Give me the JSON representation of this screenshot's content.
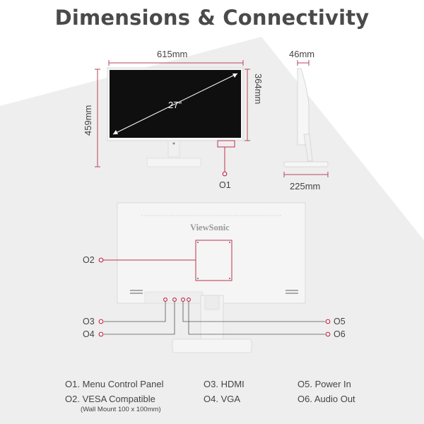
{
  "title": "Dimensions & Connectivity",
  "dimensions": {
    "width": "615mm",
    "height_total": "459mm",
    "height_screen": "364mm",
    "depth": "46mm",
    "base_depth": "225mm",
    "diagonal": "27\""
  },
  "brand": "ViewSonic",
  "callouts": {
    "c1": "O1",
    "c2": "O2",
    "c3": "O3",
    "c4": "O4",
    "c5": "O5",
    "c6": "O6"
  },
  "legend": {
    "items": [
      "O1. Menu Control Panel",
      "O2. VESA Compatible",
      "O3. HDMI",
      "O4. VGA",
      "O5. Power In",
      "O6. Audio Out"
    ],
    "vesa_note": "(Wall Mount 100 x 100mm)"
  },
  "colors": {
    "accent": "#c0314e",
    "dimension_line": "#b5455c",
    "title": "#4a4a4a",
    "monitor_white": "#f4f4f4",
    "background_shape": "#eeeeee"
  }
}
